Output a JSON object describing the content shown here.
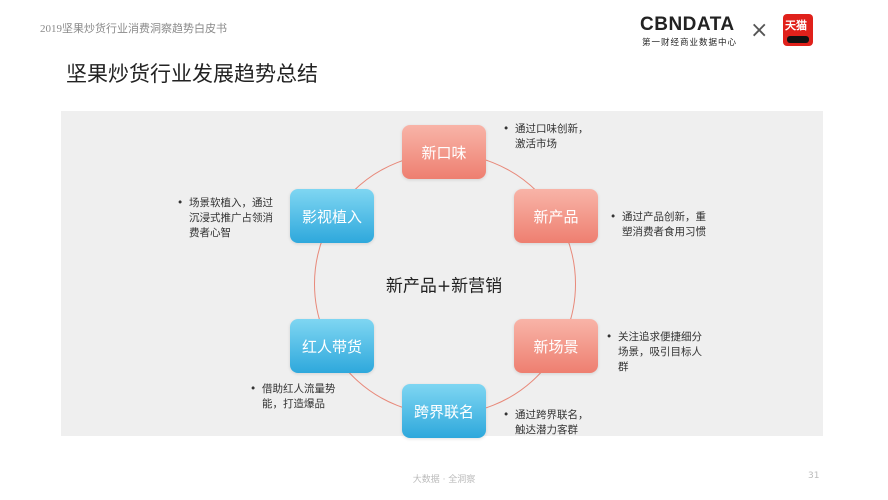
{
  "header": {
    "report_title": "2019坚果炒货行业消费洞察趋势白皮书",
    "brand_logo": "CBNDATA",
    "brand_subtitle": "第一财经商业数据中心",
    "partner_logo": "天猫",
    "cross_symbol": "×"
  },
  "page": {
    "heading": "坚果炒货行业发展趋势总结"
  },
  "diagram": {
    "center_label": "新产品+新营销",
    "colors": {
      "pink": "#ee7f70",
      "blue": "#2ea8dc",
      "ring": "#e8897a"
    },
    "nodes": [
      {
        "label": "新口味",
        "color": "pink",
        "note": "通过口味创新，激活市场"
      },
      {
        "label": "新产品",
        "color": "pink",
        "note": "通过产品创新，重塑消费者食用习惯"
      },
      {
        "label": "新场景",
        "color": "pink",
        "note": "关注追求便捷细分场景，吸引目标人群"
      },
      {
        "label": "跨界联名",
        "color": "blue",
        "note": "通过跨界联名，触达潜力客群"
      },
      {
        "label": "红人带货",
        "color": "blue",
        "note": "借助红人流量势能，打造爆品"
      },
      {
        "label": "影视植入",
        "color": "blue",
        "note": "场景软植入，通过沉浸式推广占领消费者心智"
      }
    ],
    "bullet_symbol": "•"
  },
  "footer": {
    "source": "大数据 · 全洞察",
    "page_number": "31"
  }
}
